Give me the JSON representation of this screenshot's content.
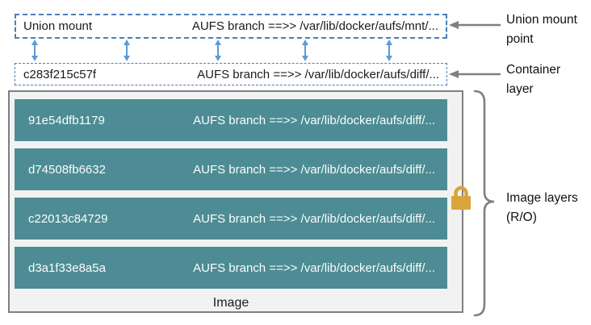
{
  "union_mount_box": {
    "label": "Union mount",
    "branch": "AUFS branch ==>> /var/lib/docker/aufs/mnt/..."
  },
  "container_layer_box": {
    "id": "c283f215c57f",
    "branch": "AUFS branch ==>> /var/lib/docker/aufs/diff/..."
  },
  "image_box": {
    "label": "Image",
    "layers": [
      {
        "id": "91e54dfb1179",
        "branch": "AUFS branch ==>> /var/lib/docker/aufs/diff/..."
      },
      {
        "id": "d74508fb6632",
        "branch": "AUFS branch ==>> /var/lib/docker/aufs/diff/..."
      },
      {
        "id": "c22013c84729",
        "branch": "AUFS branch ==>> /var/lib/docker/aufs/diff/..."
      },
      {
        "id": "d3a1f33e8a5a",
        "branch": "AUFS branch ==>> /var/lib/docker/aufs/diff/..."
      }
    ]
  },
  "annotations": {
    "union_mount_point": "Union mount point",
    "container_layer": "Container layer",
    "image_layers": "Image layers (R/O)"
  },
  "icons": {
    "lock": "lock-icon",
    "double_arrow": "up-down-arrow-icon",
    "left_arrow": "left-arrow-icon",
    "brace": "right-curly-brace-icon"
  },
  "colors": {
    "layer_teal": "#4d8c94",
    "dashed_border_blue": "#4a7ebb",
    "sync_arrow_blue": "#5b9bd5",
    "annotation_gray": "#808080",
    "lock_gold": "#d9a43c",
    "image_box_fill": "#f2f2f2",
    "image_box_border": "#7f7f7f"
  }
}
